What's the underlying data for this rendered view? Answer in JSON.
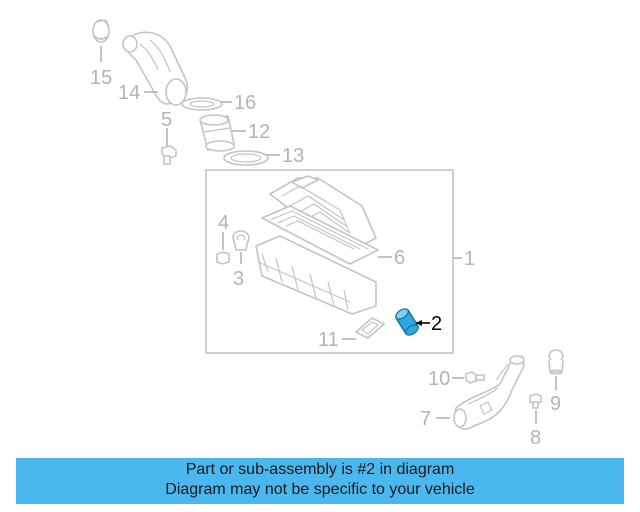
{
  "diagram": {
    "callouts": {
      "c1": "1",
      "c2": "2",
      "c3": "3",
      "c4": "4",
      "c5": "5",
      "c6": "6",
      "c7": "7",
      "c8": "8",
      "c9": "9",
      "c10": "10",
      "c11": "11",
      "c12": "12",
      "c13": "13",
      "c14": "14",
      "c15": "15",
      "c16": "16"
    },
    "highlight_color": "#2fa8e0",
    "line_color": "#c4c4c4"
  },
  "banner": {
    "line1": "Part or sub-assembly is #2 in diagram",
    "line2": "Diagram may not be specific to your vehicle",
    "color": "#4ab8ee"
  }
}
